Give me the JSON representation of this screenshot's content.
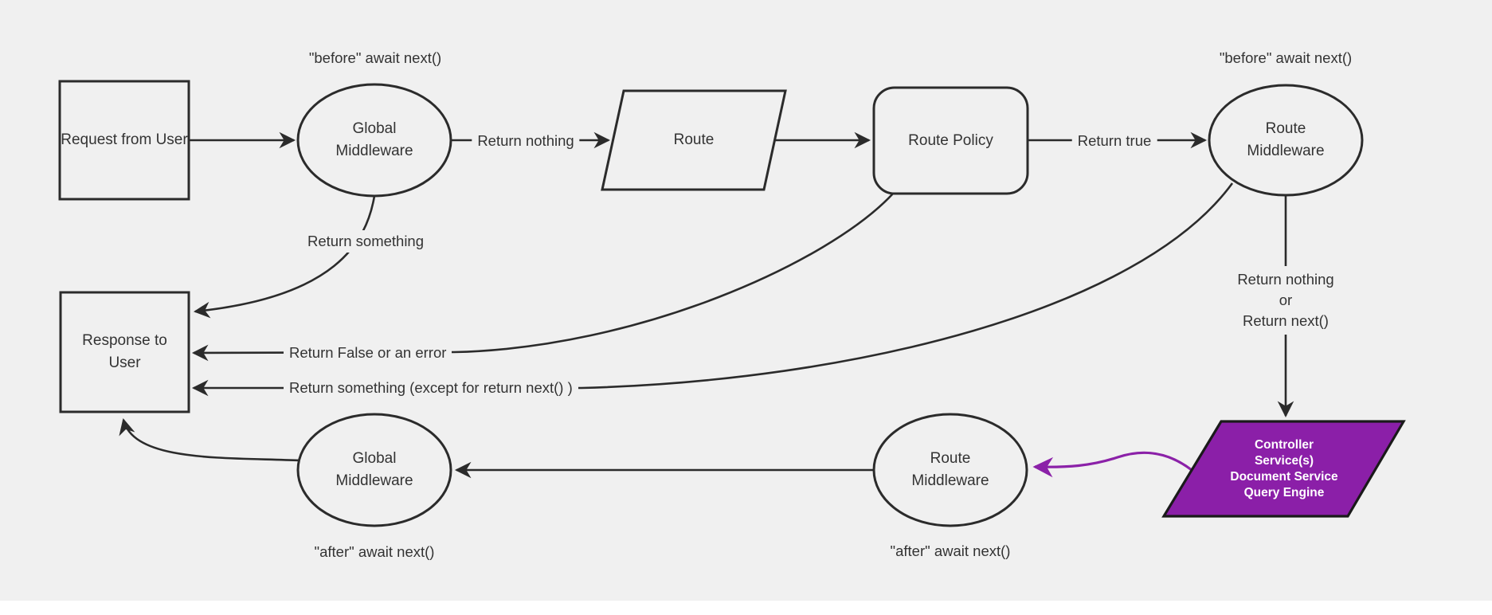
{
  "colors": {
    "background": "#f0f0f0",
    "node_fill": "#f0f0f0",
    "stroke": "#2b2b2b",
    "text": "#333333",
    "purple_fill": "#8B1FA8",
    "purple_arrow": "#8B21A8",
    "purple_text": "#ffffff"
  },
  "nodes": {
    "request": {
      "label": "Request from User",
      "shape": "rectangle"
    },
    "global_middleware_top": {
      "label": "Global Middleware",
      "shape": "ellipse"
    },
    "route": {
      "label": "Route",
      "shape": "parallelogram"
    },
    "route_policy": {
      "label": "Route Policy",
      "shape": "rounded-rectangle"
    },
    "route_middleware_top": {
      "label": "Route Middleware",
      "shape": "ellipse"
    },
    "response": {
      "label": "Response to User",
      "shape": "rectangle"
    },
    "global_middleware_bottom": {
      "label": "Global Middleware",
      "shape": "ellipse"
    },
    "route_middleware_bottom": {
      "label": "Route Middleware",
      "shape": "ellipse"
    },
    "controller": {
      "lines": [
        "Controller",
        "Service(s)",
        "Document Service",
        "Query Engine"
      ],
      "shape": "parallelogram",
      "fill": "#8B1FA8"
    }
  },
  "edge_labels": {
    "before_left": "\"before\" await next()",
    "before_right": "\"before\" await next()",
    "return_nothing": "Return nothing",
    "return_true": "Return true",
    "return_something": "Return something",
    "return_false_error": "Return False or an error",
    "return_something_except": "Return something (except for return next() )",
    "return_nothing_or": [
      "Return nothing",
      "or",
      "Return next()"
    ],
    "after_left": "\"after\" await next()",
    "after_right": "\"after\" await next()"
  }
}
